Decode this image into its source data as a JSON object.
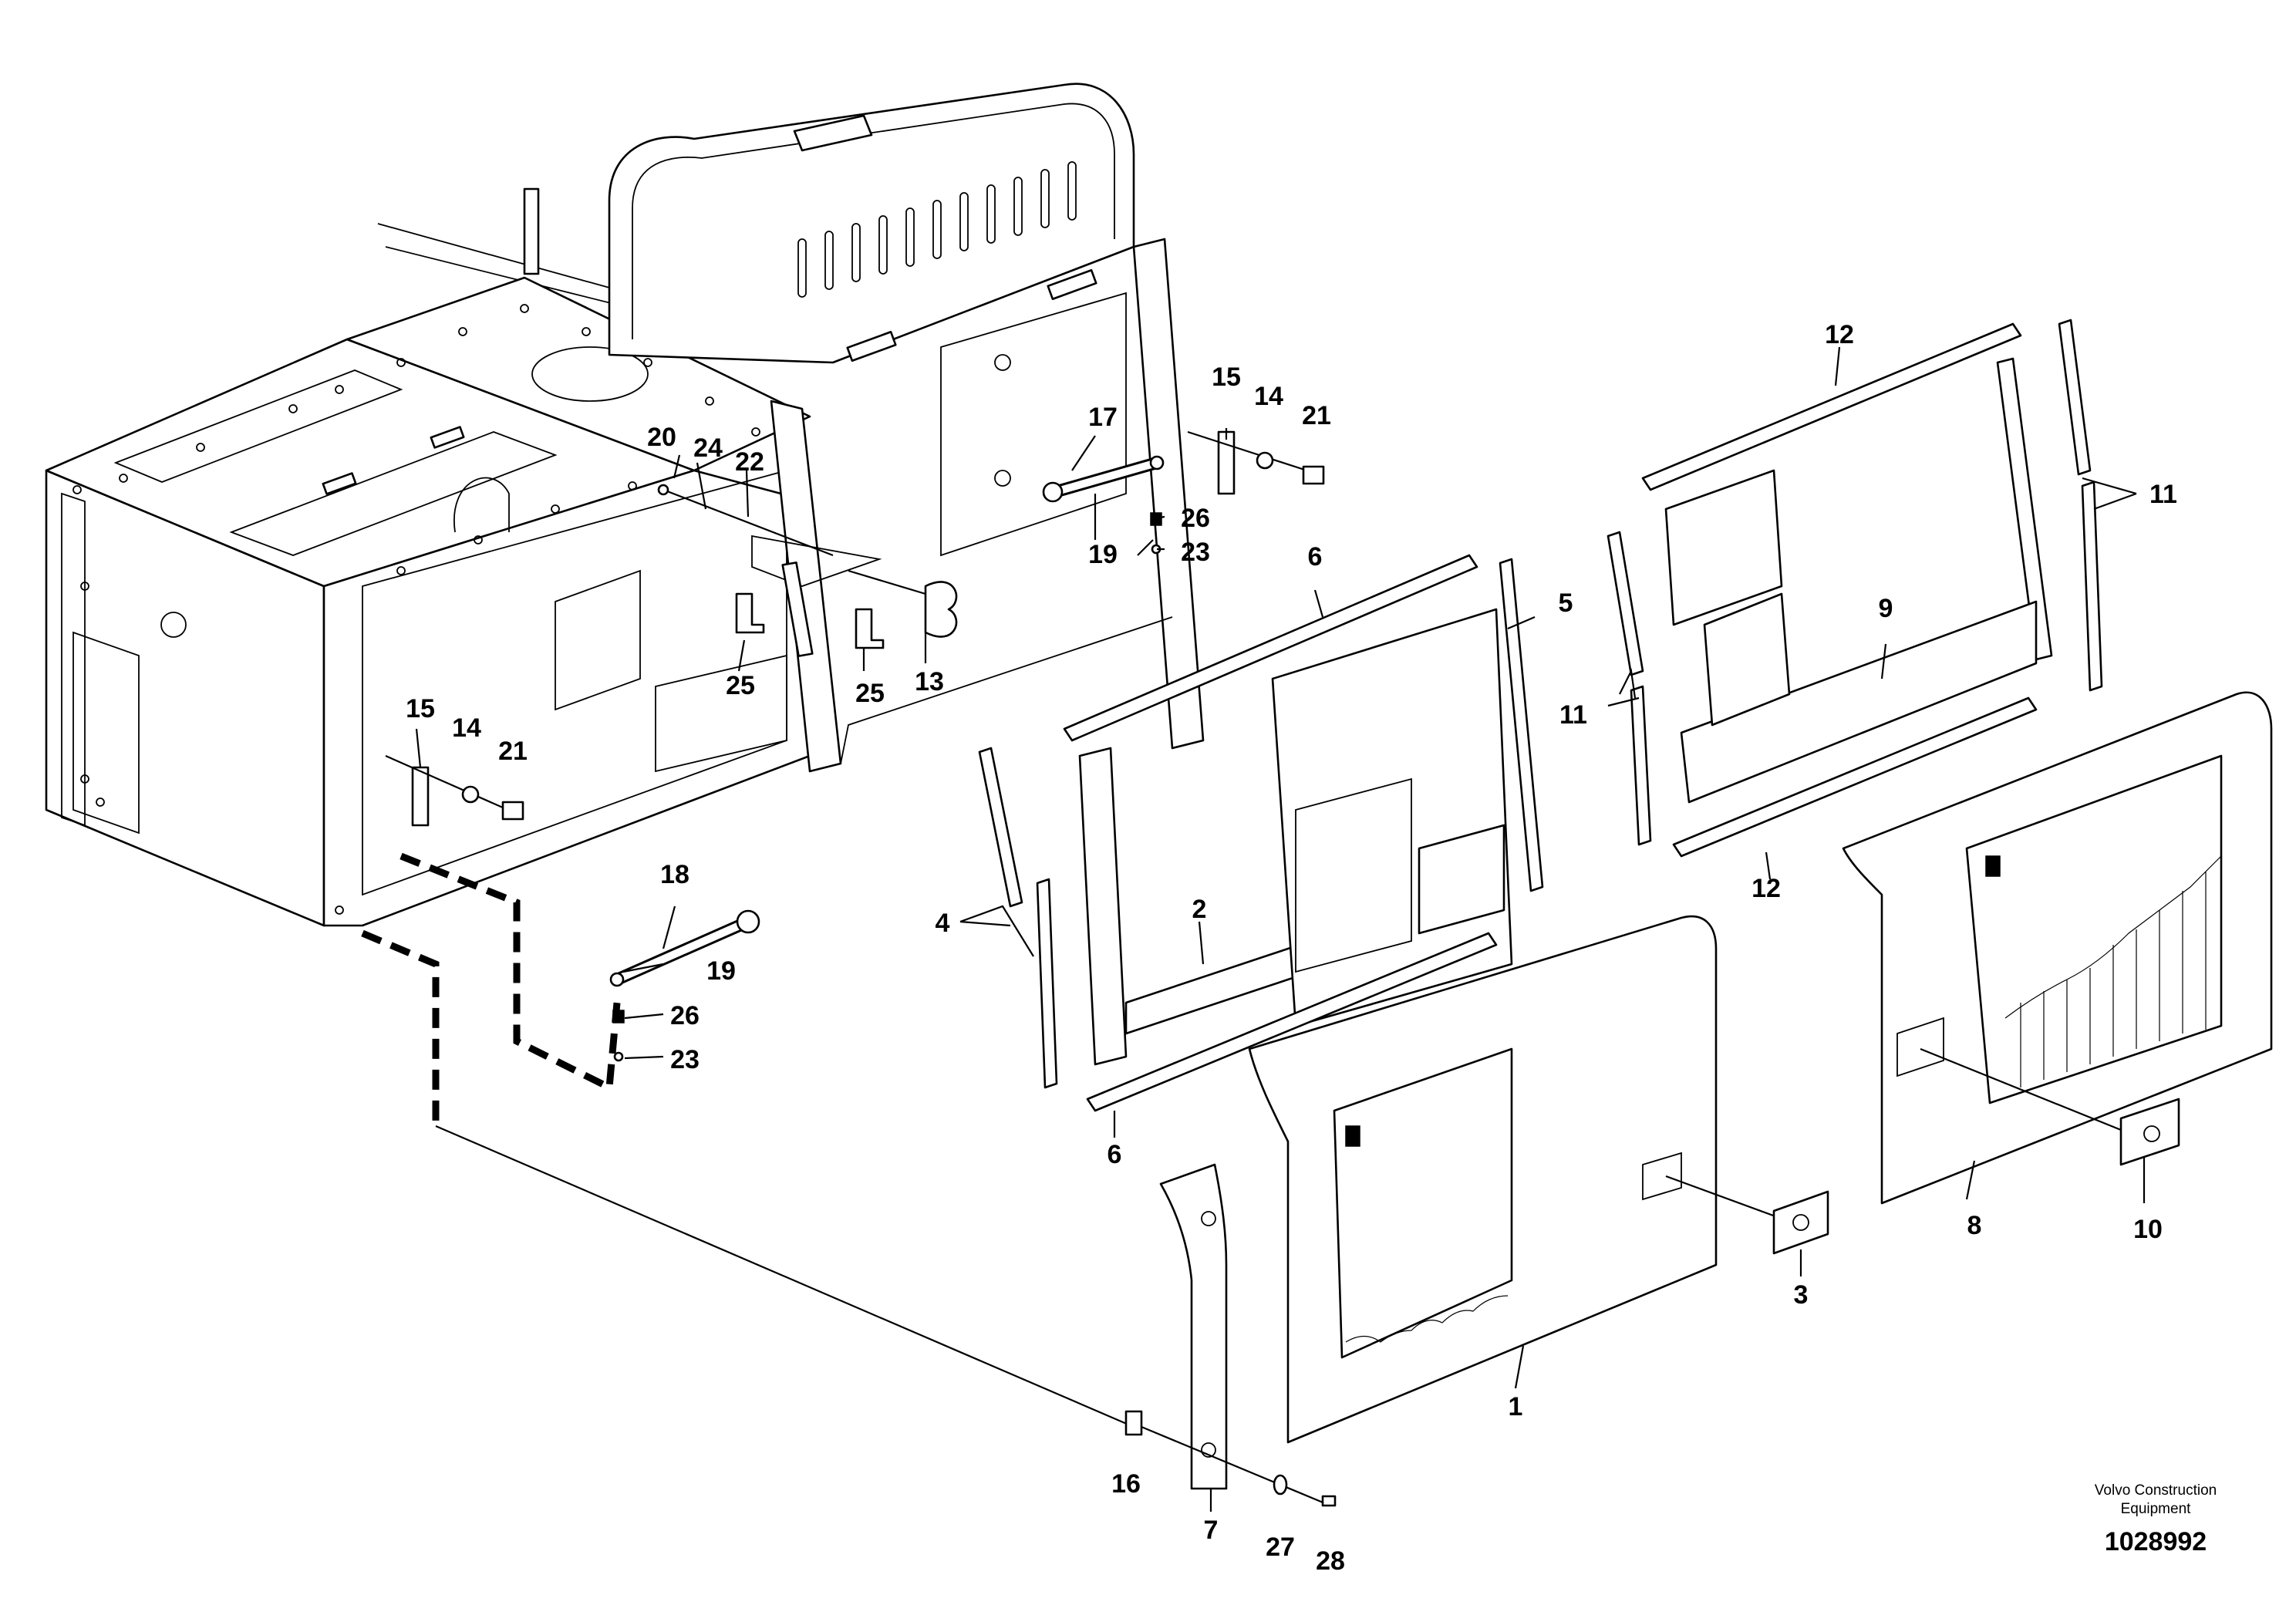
{
  "diagram": {
    "callouts": {
      "c1": "1",
      "c2": "2",
      "c3": "3",
      "c4": "4",
      "c5": "5",
      "c6a": "6",
      "c6b": "6",
      "c7": "7",
      "c8": "8",
      "c9": "9",
      "c10": "10",
      "c11a": "11",
      "c11b": "11",
      "c12a": "12",
      "c12b": "12",
      "c13": "13",
      "c14a": "14",
      "c14b": "14",
      "c15a": "15",
      "c15b": "15",
      "c16": "16",
      "c17": "17",
      "c18": "18",
      "c19a": "19",
      "c19b": "19",
      "c20": "20",
      "c21a": "21",
      "c21b": "21",
      "c22": "22",
      "c23a": "23",
      "c23b": "23",
      "c24": "24",
      "c25a": "25",
      "c25b": "25",
      "c26a": "26",
      "c26b": "26",
      "c27": "27",
      "c28": "28"
    },
    "footer": {
      "company_line1": "Volvo Construction",
      "company_line2": "Equipment",
      "drawing_number": "1028992"
    }
  }
}
